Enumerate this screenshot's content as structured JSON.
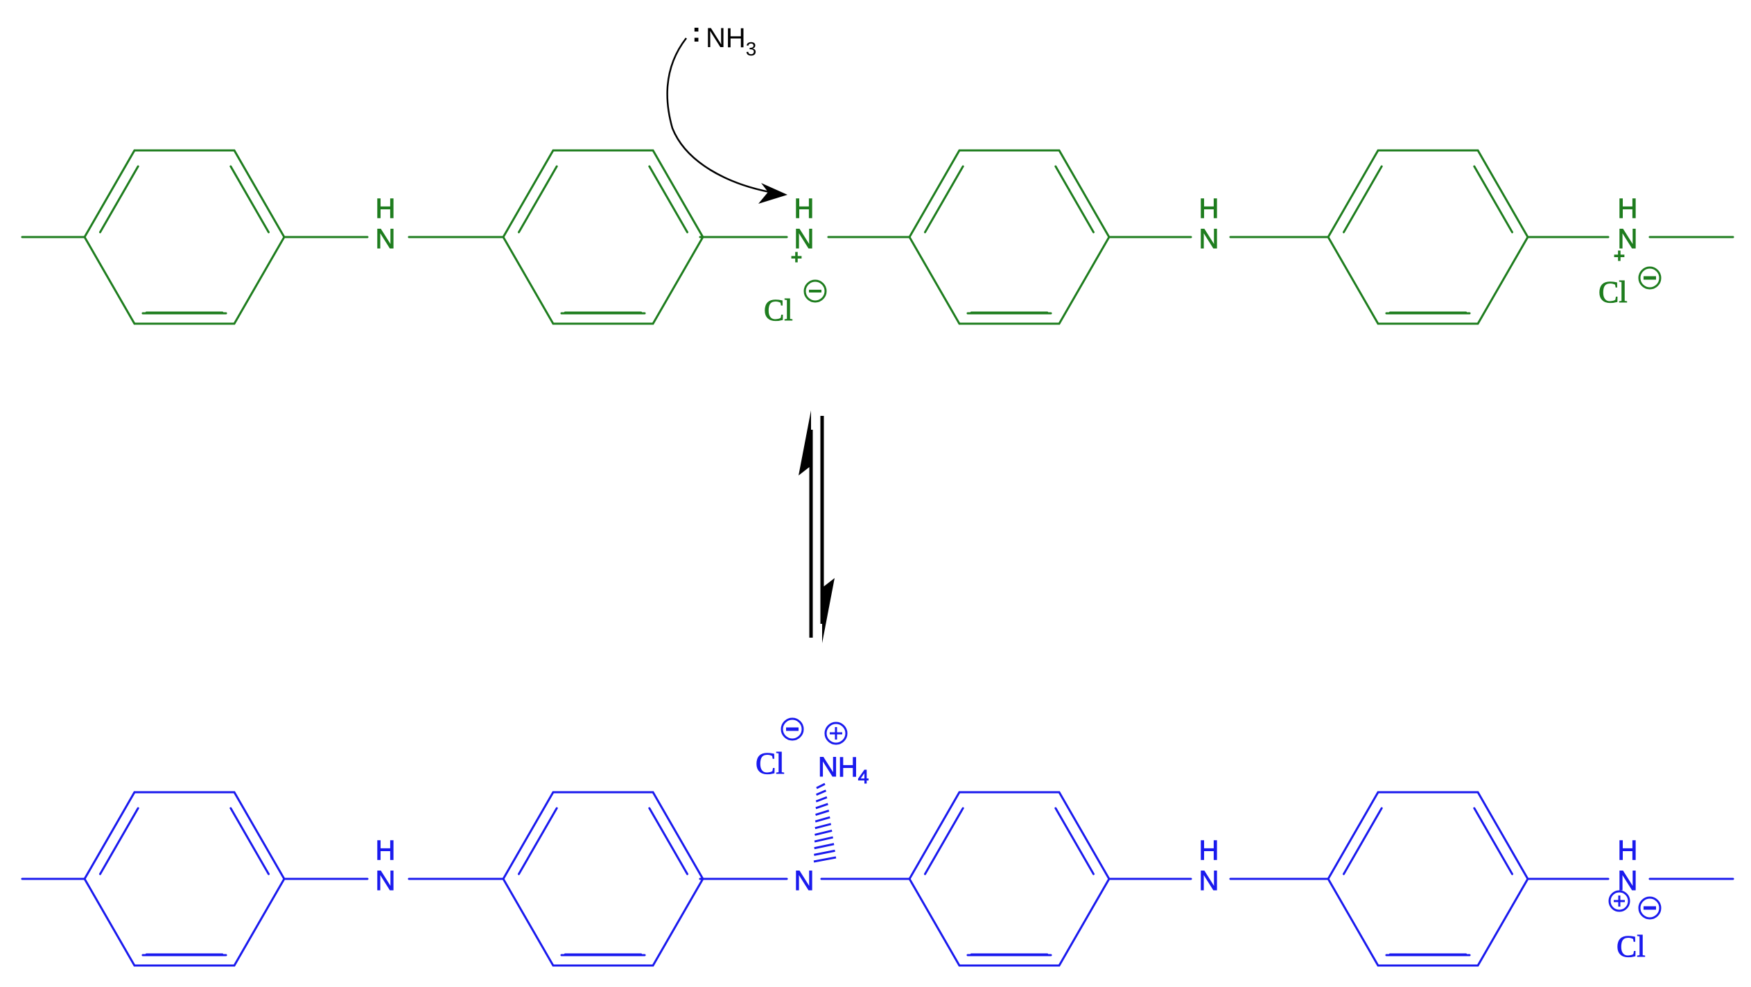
{
  "colors": {
    "top_chain": "#1e7d1e",
    "bottom_chain": "#1a1aee",
    "reagent": "#000000"
  },
  "reagent": {
    "label": "NH",
    "subscript": "3",
    "lone_pair": ":",
    "icon": "curved-arrow-icon"
  },
  "equilibrium": {
    "icon": "equilibrium-arrow-icon"
  },
  "top_chain": {
    "amine_label": "N",
    "hydrogen_label": "H",
    "chloride_label": "Cl",
    "minus_sign": "−",
    "plus_sign": "+"
  },
  "bottom_chain": {
    "amine_label": "N",
    "hydrogen_label": "H",
    "chloride_label": "Cl",
    "ammonium_label": "NH",
    "ammonium_subscript": "4",
    "minus_sign": "−",
    "plus_sign": "+"
  }
}
